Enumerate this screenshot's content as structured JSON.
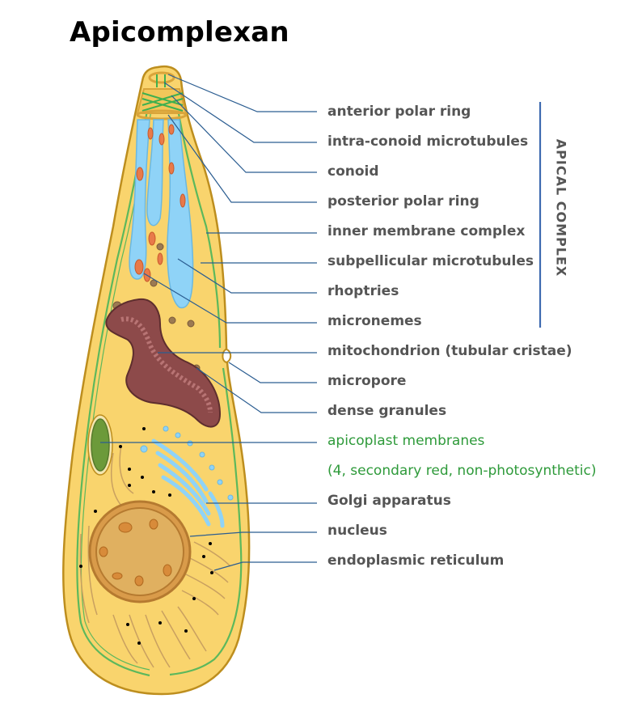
{
  "title": "Apicomplexan",
  "labels": [
    "anterior polar ring",
    "intra-conoid microtubules",
    "conoid",
    "posterior polar ring",
    "inner membrane complex",
    "subpellicular microtubules",
    "rhoptries",
    "micronemes",
    "mitochondrion (tubular cristae)",
    "micropore",
    "dense granules",
    "apicoplast membranes",
    "(4, secondary red, non-photosynthetic)",
    "Golgi apparatus",
    "nucleus",
    "endoplasmic reticulum"
  ],
  "apical_complex_label": "APICAL COMPLEX",
  "colors": {
    "cytoplasm": "#f9d46d",
    "outline": "#bd8e1e",
    "membrane_green": "#5cb85c",
    "rhoptry_blue": "#8fd3f7",
    "mitochondrion": "#8d4a4a",
    "nucleus": "#e0a850",
    "apicoplast": "#6c9a3a",
    "leader_line": "#2b5d91",
    "bracket": "#3e6ab0",
    "green_text": "#2e9a3a"
  }
}
